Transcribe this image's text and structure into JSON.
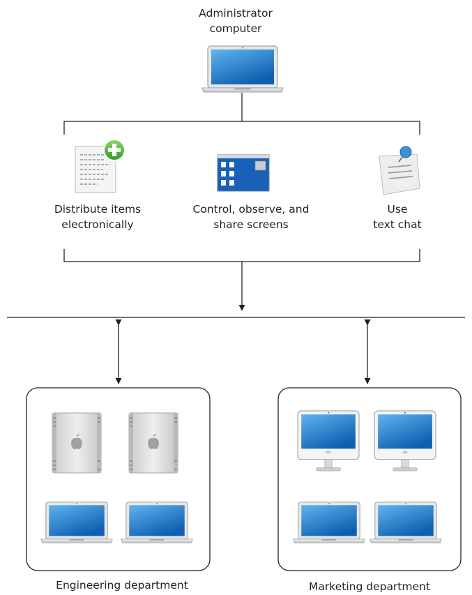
{
  "admin": {
    "line1": "Administrator",
    "line2": "computer"
  },
  "features": [
    {
      "line1": "Distribute items",
      "line2": "electronically",
      "icon": "document-add-icon"
    },
    {
      "line1": "Control, observe, and",
      "line2": "share screens",
      "icon": "screen-window-icon"
    },
    {
      "line1": "Use",
      "line2": "text chat",
      "icon": "note-pin-icon"
    }
  ],
  "groups": [
    {
      "label": "Engineering department",
      "devices": [
        "tower-computer-icon",
        "tower-computer-icon",
        "laptop-icon",
        "laptop-icon"
      ]
    },
    {
      "label": "Marketing department",
      "devices": [
        "desktop-monitor-icon",
        "desktop-monitor-icon",
        "laptop-icon",
        "laptop-icon"
      ]
    }
  ],
  "colors": {
    "line": "#231f20",
    "screen": "#1f7fd0",
    "silver": "#d9dadb",
    "badge": "#3aa935"
  }
}
